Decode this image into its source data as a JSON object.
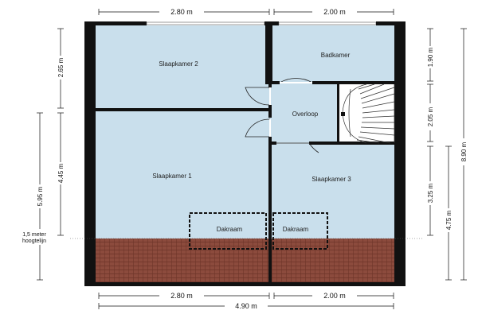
{
  "rooms": {
    "slaapkamer_2": "Slaapkamer 2",
    "badkamer": "Badkamer",
    "overloop": "Overloop",
    "slaapkamer_1": "Slaapkamer 1",
    "slaapkamer_3": "Slaapkamer 3",
    "dakraam_left": "Dakraam",
    "dakraam_right": "Dakraam"
  },
  "dimensions": {
    "top_left": "2.80 m",
    "top_right": "2.00 m",
    "bottom_left": "2.80 m",
    "bottom_right": "2.00 m",
    "bottom_total": "4.90 m",
    "left_upper": "2.65 m",
    "left_lower": "4.45 m",
    "left_total": "5.95 m",
    "right_badkamer": "1.90 m",
    "right_overloop": "2.05 m",
    "right_slaapkamer3": "3.25 m",
    "right_lower_total": "4.75 m",
    "right_total": "8.90 m"
  },
  "notes": {
    "height_line_1": "1,5 meter",
    "height_line_2": "hoogtelijn"
  },
  "colors": {
    "room_fill": "#c9dfec",
    "wall": "#111111",
    "roof_floor": "#8b4a3c"
  }
}
